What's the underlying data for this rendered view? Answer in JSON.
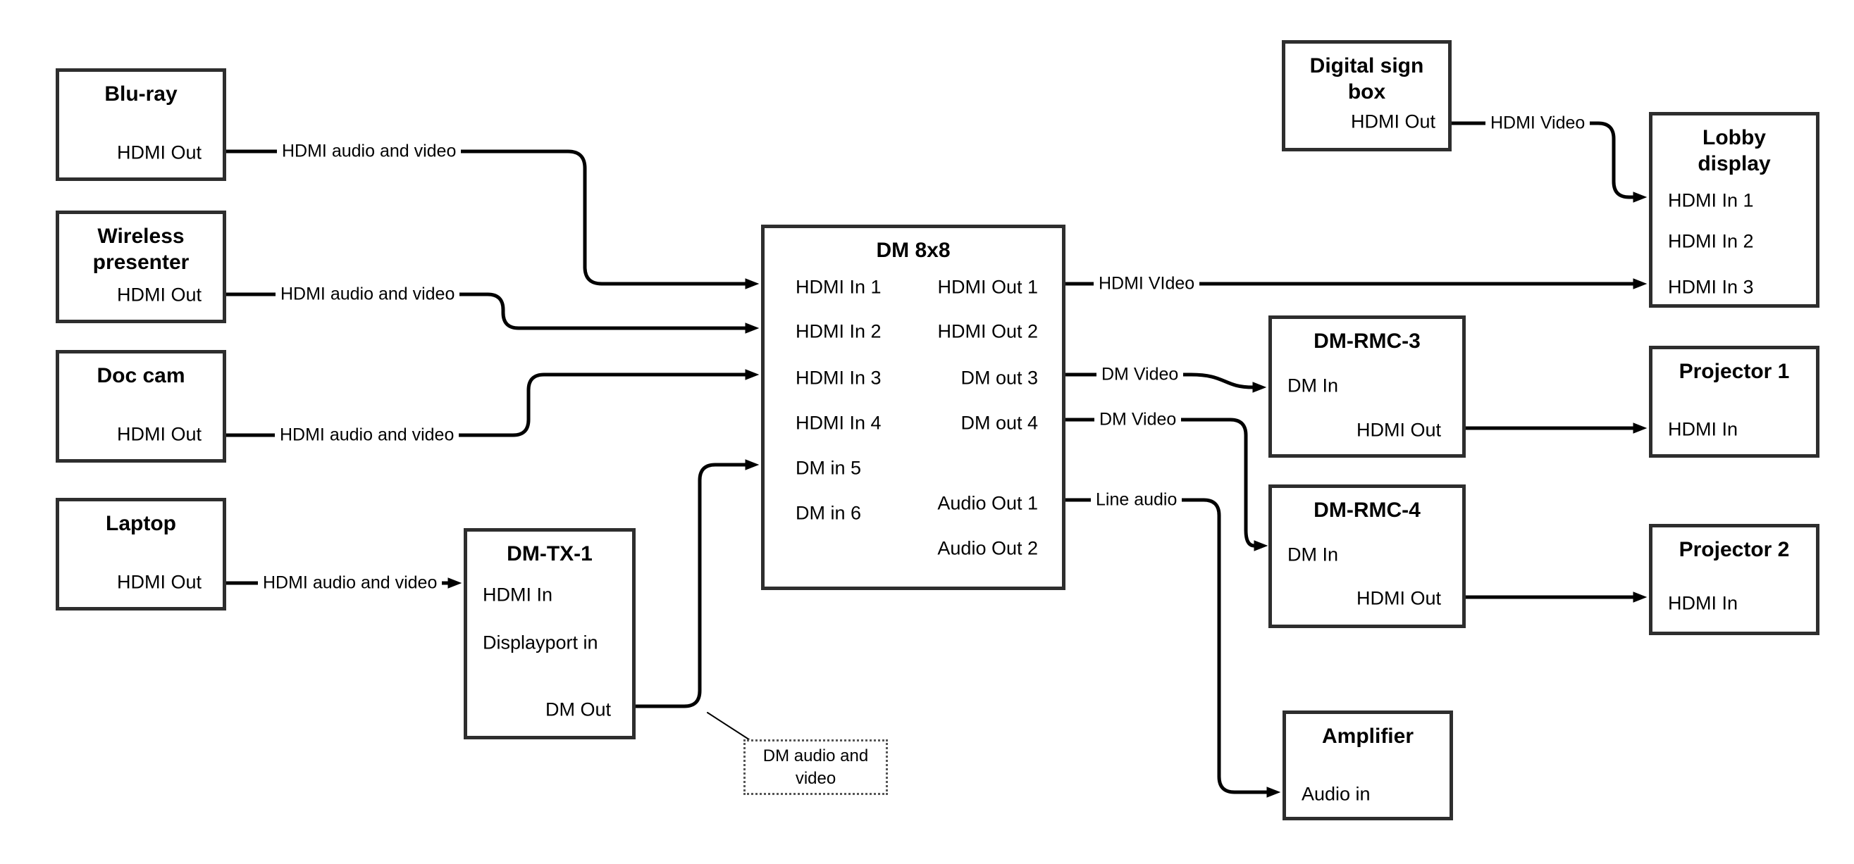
{
  "diagram": {
    "nodes": [
      {
        "id": "blu-ray",
        "title": "Blu-ray",
        "ports": [
          {
            "label": "HDMI Out"
          }
        ]
      },
      {
        "id": "wireless-presenter",
        "title": "Wireless presenter",
        "ports": [
          {
            "label": "HDMI Out"
          }
        ]
      },
      {
        "id": "doc-cam",
        "title": "Doc cam",
        "ports": [
          {
            "label": "HDMI Out"
          }
        ]
      },
      {
        "id": "laptop",
        "title": "Laptop",
        "ports": [
          {
            "label": "HDMI Out"
          }
        ]
      },
      {
        "id": "dm-tx-1",
        "title": "DM-TX-1",
        "ports": [
          {
            "label": "HDMI In"
          },
          {
            "label": "Displayport in"
          },
          {
            "label": "DM Out"
          }
        ]
      },
      {
        "id": "dm-8x8",
        "title": "DM 8x8",
        "ports": [
          {
            "label": "HDMI In 1"
          },
          {
            "label": "HDMI In 2"
          },
          {
            "label": "HDMI In 3"
          },
          {
            "label": "HDMI In 4"
          },
          {
            "label": "DM in 5"
          },
          {
            "label": "DM in 6"
          },
          {
            "label": "HDMI Out 1"
          },
          {
            "label": "HDMI Out 2"
          },
          {
            "label": "DM out 3"
          },
          {
            "label": "DM out 4"
          },
          {
            "label": "Audio Out 1"
          },
          {
            "label": "Audio Out 2"
          }
        ]
      },
      {
        "id": "digital-sign-box",
        "title": "Digital sign box",
        "ports": [
          {
            "label": "HDMI Out"
          }
        ]
      },
      {
        "id": "lobby-display",
        "title": "Lobby display",
        "ports": [
          {
            "label": "HDMI In 1"
          },
          {
            "label": "HDMI In 2"
          },
          {
            "label": "HDMI In 3"
          }
        ]
      },
      {
        "id": "dm-rmc-3",
        "title": "DM-RMC-3",
        "ports": [
          {
            "label": "DM In"
          },
          {
            "label": "HDMI Out"
          }
        ]
      },
      {
        "id": "projector-1",
        "title": "Projector 1",
        "ports": [
          {
            "label": "HDMI In"
          }
        ]
      },
      {
        "id": "dm-rmc-4",
        "title": "DM-RMC-4",
        "ports": [
          {
            "label": "DM In"
          },
          {
            "label": "HDMI Out"
          }
        ]
      },
      {
        "id": "projector-2",
        "title": "Projector 2",
        "ports": [
          {
            "label": "HDMI In"
          }
        ]
      },
      {
        "id": "amplifier",
        "title": "Amplifier",
        "ports": [
          {
            "label": "Audio in"
          }
        ]
      }
    ],
    "connections": [
      {
        "from": "blu-ray.HDMI Out",
        "to": "dm-8x8.HDMI In 1",
        "label": "HDMI audio and video"
      },
      {
        "from": "wireless-presenter.HDMI Out",
        "to": "dm-8x8.HDMI In 2",
        "label": "HDMI audio and video"
      },
      {
        "from": "doc-cam.HDMI Out",
        "to": "dm-8x8.HDMI In 3",
        "label": "HDMI audio and video"
      },
      {
        "from": "laptop.HDMI Out",
        "to": "dm-tx-1.HDMI In",
        "label": "HDMI audio and video"
      },
      {
        "from": "dm-tx-1.DM Out",
        "to": "dm-8x8.DM in 5",
        "label": ""
      },
      {
        "from": "dm-8x8.HDMI Out 1",
        "to": "lobby-display.HDMI In 3",
        "label": "HDMI VIdeo"
      },
      {
        "from": "dm-8x8.DM out 3",
        "to": "dm-rmc-3.DM In",
        "label": "DM Video"
      },
      {
        "from": "dm-8x8.DM out 4",
        "to": "dm-rmc-4.DM In",
        "label": "DM Video"
      },
      {
        "from": "dm-8x8.Audio Out 1",
        "to": "amplifier.Audio in",
        "label": "Line audio"
      },
      {
        "from": "digital-sign-box.HDMI Out",
        "to": "lobby-display.HDMI In 1",
        "label": "HDMI Video"
      },
      {
        "from": "dm-rmc-3.HDMI Out",
        "to": "projector-1.HDMI In",
        "label": ""
      },
      {
        "from": "dm-rmc-4.HDMI Out",
        "to": "projector-2.HDMI In",
        "label": ""
      }
    ],
    "note": {
      "text": "DM audio and video"
    },
    "colors": {
      "line": "#000000",
      "box_border": "#2e2e2e",
      "text": "#000000",
      "background": "#ffffff"
    }
  }
}
